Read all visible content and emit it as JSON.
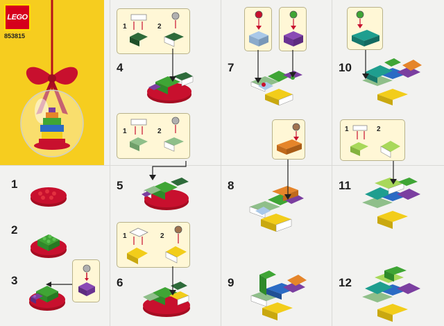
{
  "brand": {
    "logo_text": "LEGO",
    "set_number": "853815"
  },
  "steps": [
    {
      "number": "1"
    },
    {
      "number": "2"
    },
    {
      "number": "3"
    },
    {
      "number": "4"
    },
    {
      "number": "5"
    },
    {
      "number": "6"
    },
    {
      "number": "7"
    },
    {
      "number": "8"
    },
    {
      "number": "9"
    },
    {
      "number": "10"
    },
    {
      "number": "11"
    },
    {
      "number": "12"
    }
  ],
  "substeps": {
    "a": "1",
    "b": "2"
  },
  "colors": {
    "red": "#c8102e",
    "dark_green": "#2e6b3a",
    "green": "#3fa535",
    "purple": "#7b3fa0",
    "yellow": "#f2cd1a",
    "blue": "#2b6bc4",
    "teal": "#1f9e8f",
    "orange": "#e5852a",
    "sand_green": "#8fbf8a",
    "light_blue": "#a9c8e8",
    "white": "#ffffff",
    "lime": "#a8d85a",
    "cover_yellow": "#f6cd1f",
    "callout_bg": "#fff7d6"
  }
}
